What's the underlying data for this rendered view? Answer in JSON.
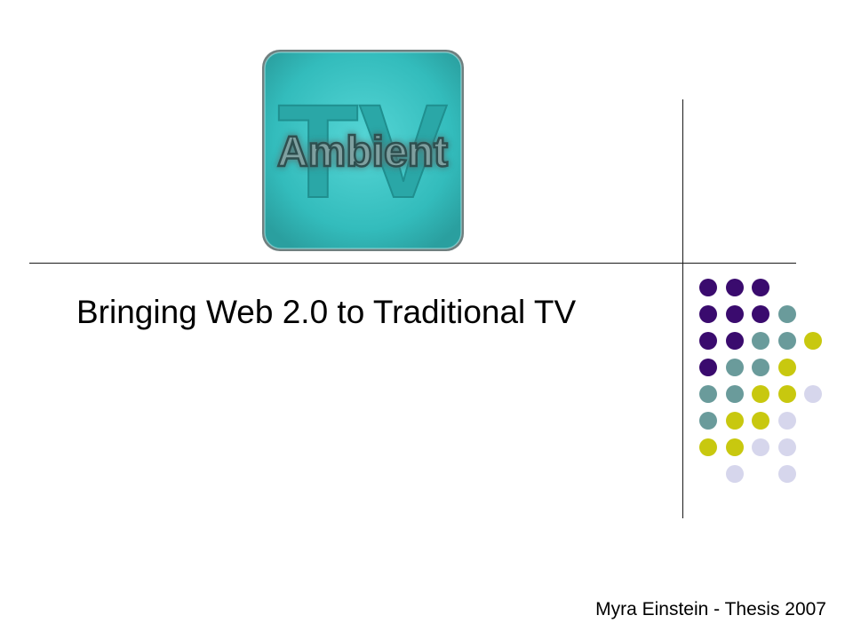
{
  "logo": {
    "big_text": "TV",
    "overlay_text": "Ambient"
  },
  "slide": {
    "title": "Bringing Web 2.0 to Traditional TV",
    "footer": "Myra Einstein - Thesis 2007"
  },
  "colors": {
    "purple": "#3a0b6e",
    "teal": "#6a9b9b",
    "lime": "#c8c80f",
    "lavender": "#d6d6ec",
    "logo_tile": "#33bcbc"
  },
  "dot_grid": [
    [
      "purple",
      "purple",
      "purple",
      null,
      null
    ],
    [
      "purple",
      "purple",
      "purple",
      "teal",
      null
    ],
    [
      "purple",
      "purple",
      "teal",
      "teal",
      "lime"
    ],
    [
      "purple",
      "teal",
      "teal",
      "lime",
      null
    ],
    [
      "teal",
      "teal",
      "lime",
      "lime",
      "lavender"
    ],
    [
      "teal",
      "lime",
      "lime",
      "lavender",
      null
    ],
    [
      "lime",
      "lime",
      "lavender",
      "lavender",
      null
    ],
    [
      null,
      "lavender",
      null,
      "lavender",
      null
    ]
  ]
}
